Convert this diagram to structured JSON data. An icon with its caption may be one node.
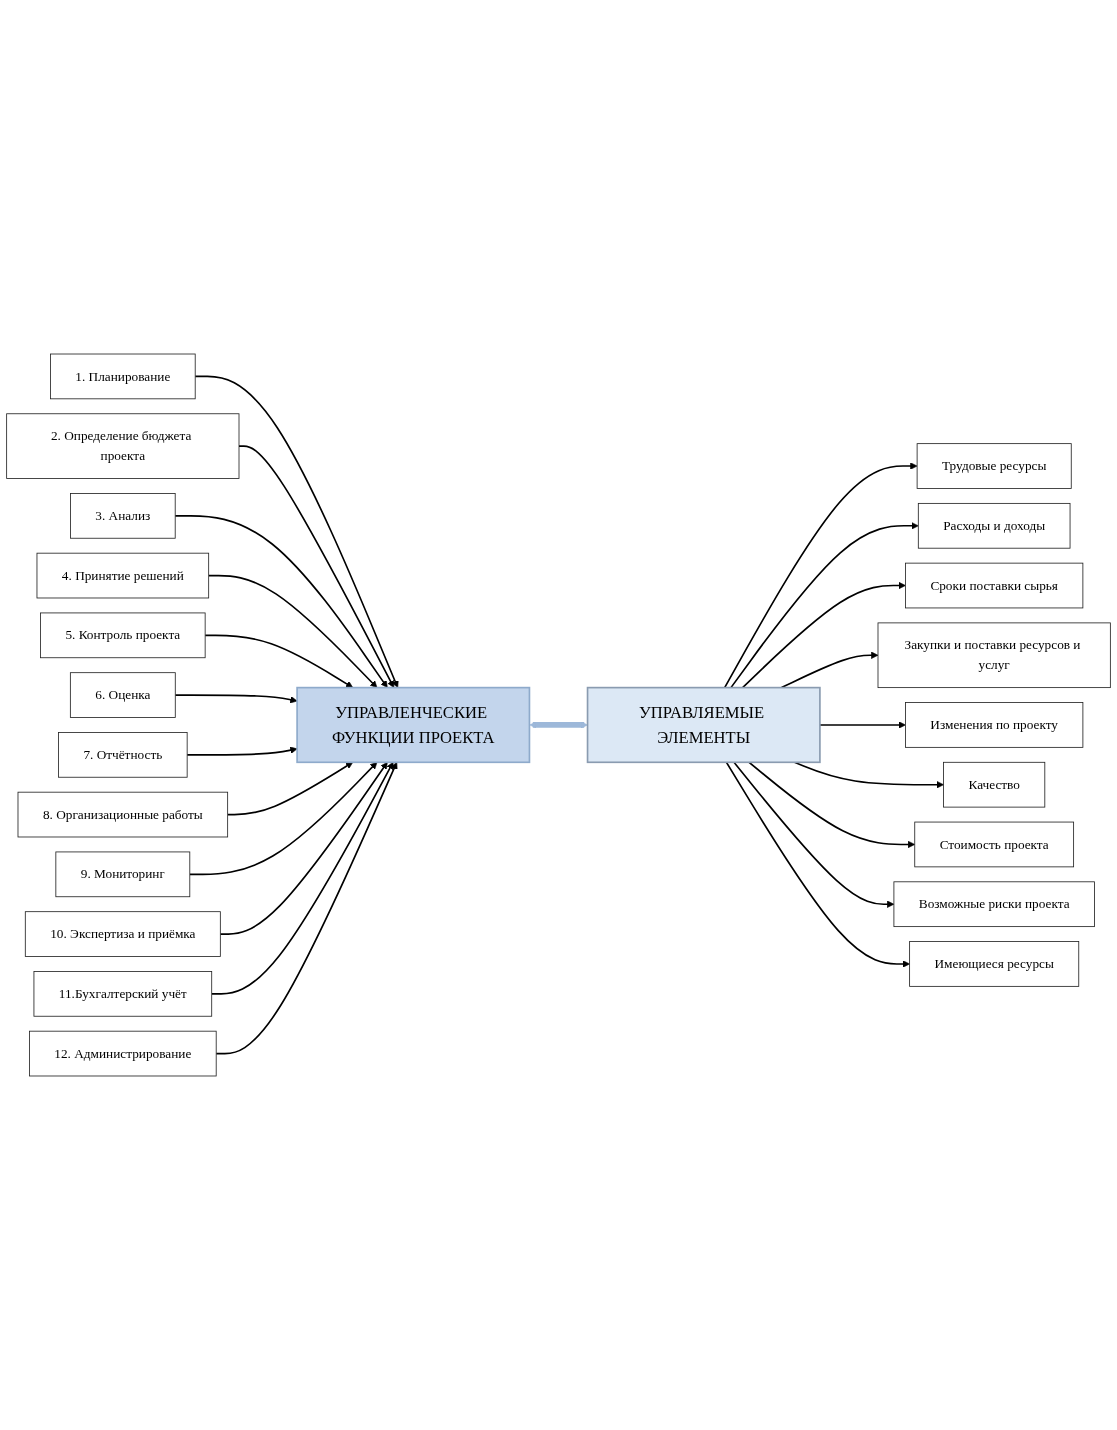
{
  "diagram": {
    "nodes": [
      {
        "text": [
          "УПРАВЛЕНЧЕСКИЕ ФУНКЦИИ ПРОЕКТА"
        ]
      },
      {
        "text": [
          "1. Планирование"
        ]
      },
      {
        "text": [
          "2. Определение бюджета проекта"
        ]
      },
      {
        "text": [
          "3. Анализ"
        ]
      },
      {
        "text": [
          "4. Принятие решений"
        ]
      },
      {
        "text": [
          "5. Контроль проекта"
        ]
      },
      {
        "text": [
          "6. Оценка"
        ]
      },
      {
        "text": [
          "7. Отчётность"
        ]
      },
      {
        "text": [
          "8. Организационные работы"
        ]
      },
      {
        "text": [
          "9. Мониторинг"
        ]
      },
      {
        "text": [
          "10. Экспертиза и приёмка"
        ]
      },
      {
        "text": [
          "11.Бухгалтерский учёт"
        ]
      },
      {
        "text": [
          "12. Администрирование"
        ]
      },
      {
        "text": [
          "УПРАВЛЯЕМЫЕ ЭЛЕМЕНТЫ"
        ]
      },
      {
        "text": [
          "Трудовые ресурсы"
        ]
      },
      {
        "text": [
          "Расходы и доходы"
        ]
      },
      {
        "text": [
          "Сроки поставки сырья"
        ]
      },
      {
        "text": [
          "Закупки и поставки ресурсов и услуг"
        ]
      },
      {
        "text": [
          "Изменения по проекту"
        ]
      },
      {
        "text": [
          "Качество"
        ]
      },
      {
        "text": [
          "Стоимость проекта"
        ]
      },
      {
        "text": [
          "Возможные риски проекта"
        ]
      },
      {
        "text": [
          "Имеющиеся ресурсы"
        ]
      }
    ],
    "edges": [
      {
        "from": 1,
        "to": 0,
        "arrow": "to"
      },
      {
        "from": 2,
        "to": 0,
        "arrow": "to"
      },
      {
        "from": 3,
        "to": 0,
        "arrow": "to"
      },
      {
        "from": 4,
        "to": 0,
        "arrow": "to"
      },
      {
        "from": 5,
        "to": 0,
        "arrow": "to"
      },
      {
        "from": 6,
        "to": 0,
        "arrow": "to"
      },
      {
        "from": 7,
        "to": 0,
        "arrow": "to"
      },
      {
        "from": 8,
        "to": 0,
        "arrow": "to"
      },
      {
        "from": 9,
        "to": 0,
        "arrow": "to"
      },
      {
        "from": 10,
        "to": 0,
        "arrow": "to"
      },
      {
        "from": 11,
        "to": 0,
        "arrow": "to"
      },
      {
        "from": 12,
        "to": 0,
        "arrow": "to"
      },
      {
        "from": 0,
        "to": 13,
        "arrow": "both",
        "style": "thick",
        "color": "#9db8d9"
      },
      {
        "from": 13,
        "to": 14,
        "arrow": "to"
      },
      {
        "from": 13,
        "to": 15,
        "arrow": "to"
      },
      {
        "from": 13,
        "to": 16,
        "arrow": "to"
      },
      {
        "from": 13,
        "to": 17,
        "arrow": "to"
      },
      {
        "from": 13,
        "to": 18,
        "arrow": "to"
      },
      {
        "from": 13,
        "to": 19,
        "arrow": "to"
      },
      {
        "from": 13,
        "to": 20,
        "arrow": "to"
      },
      {
        "from": 13,
        "to": 21,
        "arrow": "to"
      },
      {
        "from": 13,
        "to": 22,
        "arrow": "to"
      }
    ]
  }
}
